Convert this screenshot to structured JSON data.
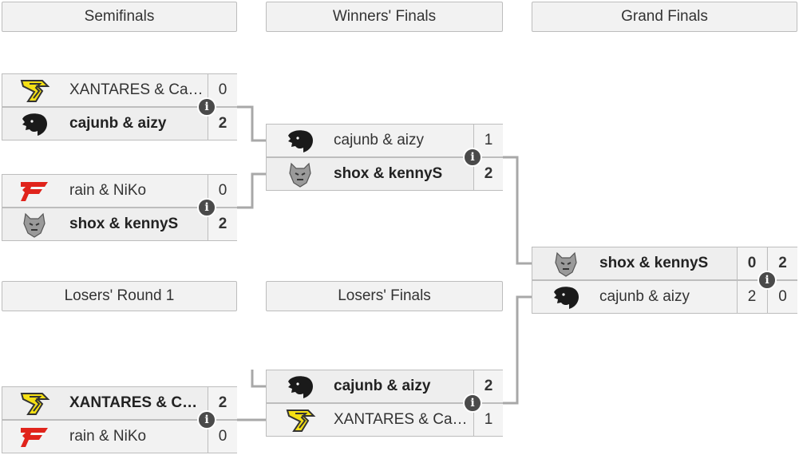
{
  "rounds": {
    "semifinals": "Semifinals",
    "winners_finals": "Winners' Finals",
    "grand_finals": "Grand Finals",
    "losers_round1": "Losers' Round 1",
    "losers_finals": "Losers' Finals"
  },
  "info_glyph": "i",
  "matches": {
    "sf1": {
      "top": {
        "name": "XANTARES & Calyx",
        "score": "0",
        "logo": "space-soldiers-logo"
      },
      "bot": {
        "name": "cajunb & aizy",
        "score": "2",
        "logo": "north-logo"
      }
    },
    "sf2": {
      "top": {
        "name": "rain & NiKo",
        "score": "0",
        "logo": "faze-logo"
      },
      "bot": {
        "name": "shox & kennyS",
        "score": "2",
        "logo": "g2-logo"
      }
    },
    "wf": {
      "top": {
        "name": "cajunb & aizy",
        "score": "1",
        "logo": "north-logo"
      },
      "bot": {
        "name": "shox & kennyS",
        "score": "2",
        "logo": "g2-logo"
      }
    },
    "gf": {
      "top": {
        "name": "shox & kennyS",
        "score1": "0",
        "score2": "2",
        "logo": "g2-logo"
      },
      "bot": {
        "name": "cajunb & aizy",
        "score1": "2",
        "score2": "0",
        "logo": "north-logo"
      }
    },
    "lr1": {
      "top": {
        "name": "XANTARES & Cal...",
        "score": "2",
        "logo": "space-soldiers-logo"
      },
      "bot": {
        "name": "rain & NiKo",
        "score": "0",
        "logo": "faze-logo"
      }
    },
    "lf": {
      "top": {
        "name": "cajunb & aizy",
        "score": "2",
        "logo": "north-logo"
      },
      "bot": {
        "name": "XANTARES & Calyx",
        "score": "1",
        "logo": "space-soldiers-logo"
      }
    }
  },
  "colors": {
    "connector": "#a8a8a8",
    "info_badge": "#4a4a4a",
    "space_soldiers": "#f5e014",
    "faze": "#e0241c",
    "g2": "#8a8a8a",
    "north": "#1a1a1a"
  }
}
